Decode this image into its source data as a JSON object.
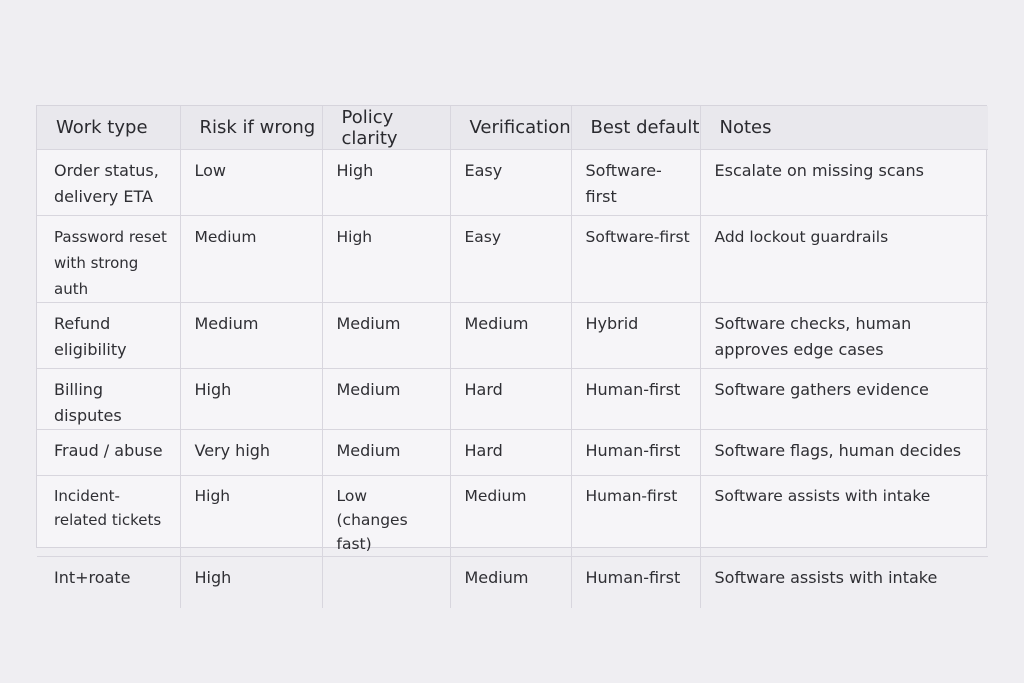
{
  "table": {
    "headers": [
      "Work type",
      "Risk if wrong",
      "Policy clarity",
      "Verification",
      "Best default",
      "Notes"
    ],
    "rows": [
      [
        "Order status, delivery ETA",
        "Low",
        "High",
        "Easy",
        "Software-first",
        "Escalate on missing scans"
      ],
      [
        "Password reset with strong auth",
        "Medium",
        "High",
        "Easy",
        "Software-first",
        "Add lockout guardrails"
      ],
      [
        "Refund eligibility",
        "Medium",
        "Medium",
        "Medium",
        "Hybrid",
        "Software checks, human approves edge cases"
      ],
      [
        "Billing disputes",
        "High",
        "Medium",
        "Hard",
        "Human-first",
        "Software gathers evidence"
      ],
      [
        "Fraud / abuse",
        "Very high",
        "Medium",
        "Hard",
        "Human-first",
        "Software flags, human decides"
      ],
      [
        "Incident-related tickets",
        "High",
        "Low (changes fast)",
        "Medium",
        "Human-first",
        "Software assists with intake"
      ],
      [
        "Int+roate",
        "High",
        "",
        "Medium",
        "Human-first",
        "Software assists with intake"
      ]
    ]
  }
}
